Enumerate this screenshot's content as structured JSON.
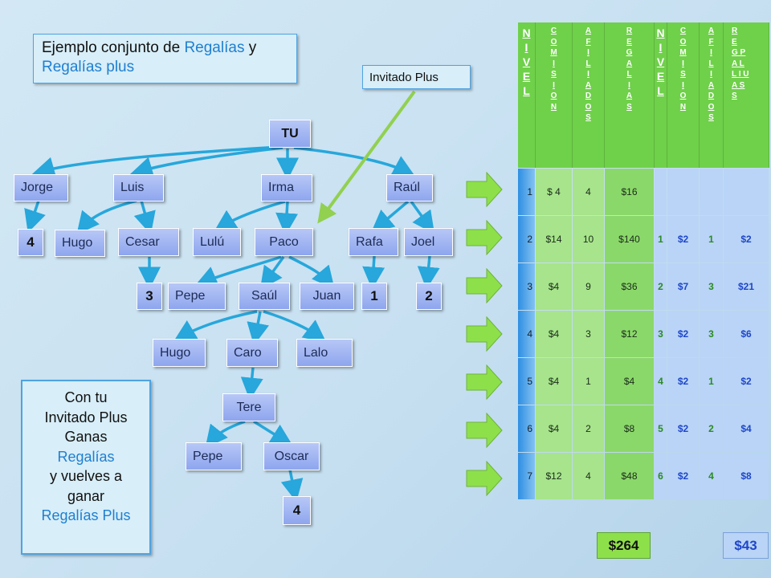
{
  "title": {
    "part1": "Ejemplo conjunto de ",
    "part2": "Regalías",
    "part3": " y",
    "part4": "Regalías plus"
  },
  "guest_label": "Invitado Plus",
  "note": {
    "l1": "Con tu",
    "l2": "Invitado Plus",
    "l3": "Ganas",
    "l4": "Regalías",
    "l5": "y vuelves a",
    "l6": "ganar",
    "l7": "Regalías Plus"
  },
  "tree": {
    "tu": "TU",
    "jorge": "Jorge",
    "luis": "Luis",
    "irma": "Irma",
    "raul": "Raúl",
    "jorge_count": "4",
    "hugo1": "Hugo",
    "cesar": "Cesar",
    "lulu": "Lulú",
    "paco": "Paco",
    "rafa": "Rafa",
    "joel": "Joel",
    "cesar_count": "3",
    "rafa_count": "1",
    "joel_count": "2",
    "pepe1": "Pepe",
    "saul": "Saúl",
    "juan": "Juan",
    "hugo2": "Hugo",
    "caro": "Caro",
    "lalo": "Lalo",
    "tere": "Tere",
    "pepe2": "Pepe",
    "oscar": "Oscar",
    "oscar_count": "4"
  },
  "table": {
    "headers": {
      "nivel": [
        "N",
        "I",
        "V",
        "E",
        "L"
      ],
      "comision": [
        "C",
        "O",
        "M",
        "I",
        "S",
        "I",
        "O",
        "N"
      ],
      "afiliados": [
        "A",
        "F",
        "I",
        "L",
        "I",
        "A",
        "D",
        "O",
        "S"
      ],
      "regalias": [
        "R",
        "E",
        "G",
        "A",
        "L",
        "I",
        "A",
        "S"
      ],
      "nivel2": [
        "N",
        "I",
        "V",
        "E",
        "L"
      ],
      "comision2": [
        "C",
        "O",
        "M",
        "I",
        "S",
        "I",
        "O",
        "N"
      ],
      "afiliados2": [
        "A",
        "F",
        "I",
        "L",
        "I",
        "A",
        "D",
        "O",
        "S"
      ],
      "regalias_plus": [
        "R",
        "E",
        "G  P",
        "A  L",
        "L  I  U",
        "A  S",
        "S"
      ]
    },
    "rows": [
      {
        "nivel": "1",
        "comision": "$ 4",
        "afiliados": "4",
        "regalias": "$16",
        "nivel2": "",
        "comision2": "",
        "afiliados2": "",
        "plus": ""
      },
      {
        "nivel": "2",
        "comision": "$14",
        "afiliados": "10",
        "regalias": "$140",
        "nivel2": "1",
        "comision2": "$2",
        "afiliados2": "1",
        "plus": "$2"
      },
      {
        "nivel": "3",
        "comision": "$4",
        "afiliados": "9",
        "regalias": "$36",
        "nivel2": "2",
        "comision2": "$7",
        "afiliados2": "3",
        "plus": "$21"
      },
      {
        "nivel": "4",
        "comision": "$4",
        "afiliados": "3",
        "regalias": "$12",
        "nivel2": "3",
        "comision2": "$2",
        "afiliados2": "3",
        "plus": "$6"
      },
      {
        "nivel": "5",
        "comision": "$4",
        "afiliados": "1",
        "regalias": "$4",
        "nivel2": "4",
        "comision2": "$2",
        "afiliados2": "1",
        "plus": "$2"
      },
      {
        "nivel": "6",
        "comision": "$4",
        "afiliados": "2",
        "regalias": "$8",
        "nivel2": "5",
        "comision2": "$2",
        "afiliados2": "2",
        "plus": "$4"
      },
      {
        "nivel": "7",
        "comision": "$12",
        "afiliados": "4",
        "regalias": "$48",
        "nivel2": "6",
        "comision2": "$2",
        "afiliados2": "4",
        "plus": "$8"
      }
    ],
    "total_regalias": "$264",
    "total_plus": "$43"
  },
  "colors": {
    "connector": "#27a7db",
    "guest_arrow": "#92d050",
    "row_arrow": "#8ee04a",
    "box_blue": "#8ea6ee",
    "header_green": "#6fd04a"
  }
}
